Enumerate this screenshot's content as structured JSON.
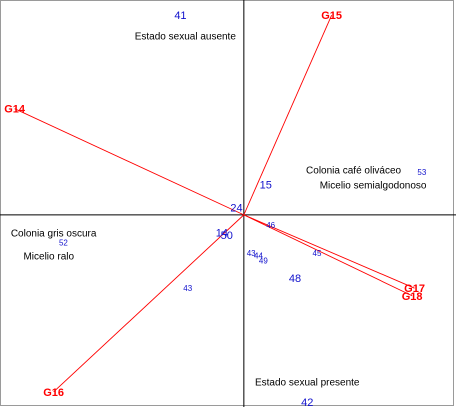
{
  "chart_data": {
    "type": "scatter",
    "title": "",
    "xlabel": "",
    "ylabel": "",
    "xlim": [
      -10,
      8.7
    ],
    "ylim": [
      -7.6,
      8.5
    ],
    "grid": false,
    "origin_axes": true,
    "colors": {
      "axis": "#000000",
      "vector": "#ff0000",
      "point_label": "#1010cc",
      "annotation": "#000000",
      "frame": "#9a9a9a"
    },
    "vectors": [
      {
        "label": "G14",
        "x": -9.4,
        "y": 4.2
      },
      {
        "label": "G15",
        "x": 3.6,
        "y": 7.9
      },
      {
        "label": "G16",
        "x": -7.8,
        "y": -7.0
      },
      {
        "label": "G17",
        "x": 7.0,
        "y": -2.9
      },
      {
        "label": "G18",
        "x": 6.9,
        "y": -3.2
      }
    ],
    "points": [
      {
        "label": "41",
        "x": -2.6,
        "y": 7.9,
        "size": "large"
      },
      {
        "label": "15",
        "x": 0.9,
        "y": 1.2,
        "size": "large"
      },
      {
        "label": "53",
        "x": 7.3,
        "y": 1.7,
        "size": "small"
      },
      {
        "label": "24",
        "x": -0.3,
        "y": 0.3,
        "size": "large"
      },
      {
        "label": "46",
        "x": 1.1,
        "y": -0.4,
        "size": "small"
      },
      {
        "label": "14",
        "x": -0.9,
        "y": -0.7,
        "size": "large"
      },
      {
        "label": "50",
        "x": -0.7,
        "y": -0.8,
        "size": "large"
      },
      {
        "label": "52",
        "x": -7.4,
        "y": -1.1,
        "size": "small"
      },
      {
        "label": "43",
        "x": 0.3,
        "y": -1.5,
        "size": "small"
      },
      {
        "label": "44",
        "x": 0.6,
        "y": -1.6,
        "size": "small"
      },
      {
        "label": "49",
        "x": 0.8,
        "y": -1.8,
        "size": "small"
      },
      {
        "label": "45",
        "x": 3.0,
        "y": -1.5,
        "size": "small"
      },
      {
        "label": "48",
        "x": 2.1,
        "y": -2.5,
        "size": "large"
      },
      {
        "label": "43",
        "x": -2.3,
        "y": -2.9,
        "size": "small"
      },
      {
        "label": "42",
        "x": 2.6,
        "y": -7.4,
        "size": "large"
      }
    ],
    "annotations": [
      {
        "text": "Estado sexual ausente",
        "x": -2.4,
        "y": 7.1
      },
      {
        "text": "Colonia café oliváceo",
        "x": 4.5,
        "y": 1.8
      },
      {
        "text": "Micelio  semialgodonoso",
        "x": 5.3,
        "y": 1.2
      },
      {
        "text": "Colonia gris oscura",
        "x": -7.8,
        "y": -0.7
      },
      {
        "text": "Micelio ralo",
        "x": -8.0,
        "y": -1.6
      },
      {
        "text": "Estado sexual presente",
        "x": 2.6,
        "y": -6.6
      }
    ]
  }
}
